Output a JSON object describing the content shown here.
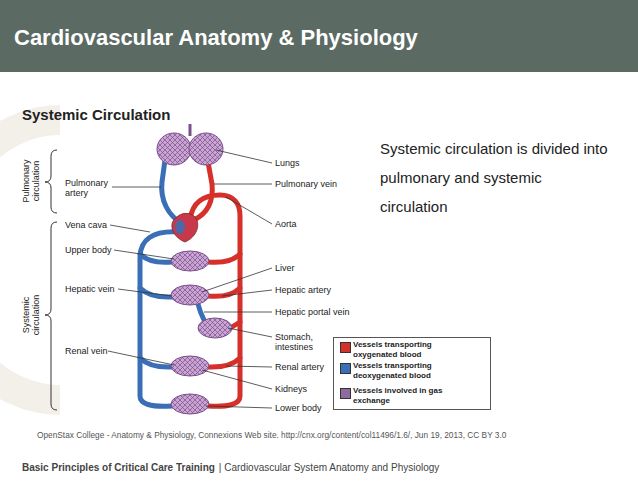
{
  "diagram": {
    "title": "Cardiovascular Anatomy & Physiology",
    "caption": "OpenStax College - Anatomy & Physiology, Connexions Web site. http://cnx.org/content/col11496/1.6/, Jun 19, 2013, CC BY 3.0",
    "labels": [
      "Systemic Circulation",
      "Systemic circulation is divided into pulmonary and systemic circulation",
      "Pulmonary circulation",
      "Systemic circulation",
      "Pulmonary artery",
      "Vena cava",
      "Upper body",
      "Hepatic vein",
      "Renal vein",
      "Lungs",
      "Pulmonary vein",
      "Aorta",
      "Liver",
      "Hepatic artery",
      "Hepatic portal vein",
      "Stomach, intestines",
      "Renal artery",
      "Kidneys",
      "Lower body",
      "Basic Principles of Critical Care Training",
      "| Cardiovascular System Anatomy and Physiology"
    ],
    "legend": [
      {
        "text": "Vessels transporting oxygenated blood",
        "color": "#d6302a"
      },
      {
        "text": "Vessels transporting deoxygenated blood",
        "color": "#3a6fb7"
      },
      {
        "text": "Vessels involved in gas exchange",
        "color": "#8e6a9e"
      }
    ]
  }
}
